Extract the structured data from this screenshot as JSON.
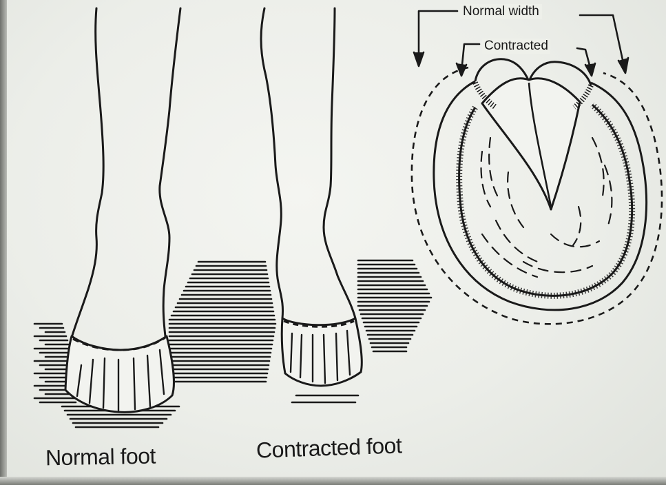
{
  "labels": {
    "normal_foot": "Normal foot",
    "contracted_foot": "Contracted foot",
    "normal_width": "Normal width",
    "contracted": "Contracted"
  },
  "colors": {
    "ink": "#1a1a1a",
    "paper": "#eceee9"
  }
}
